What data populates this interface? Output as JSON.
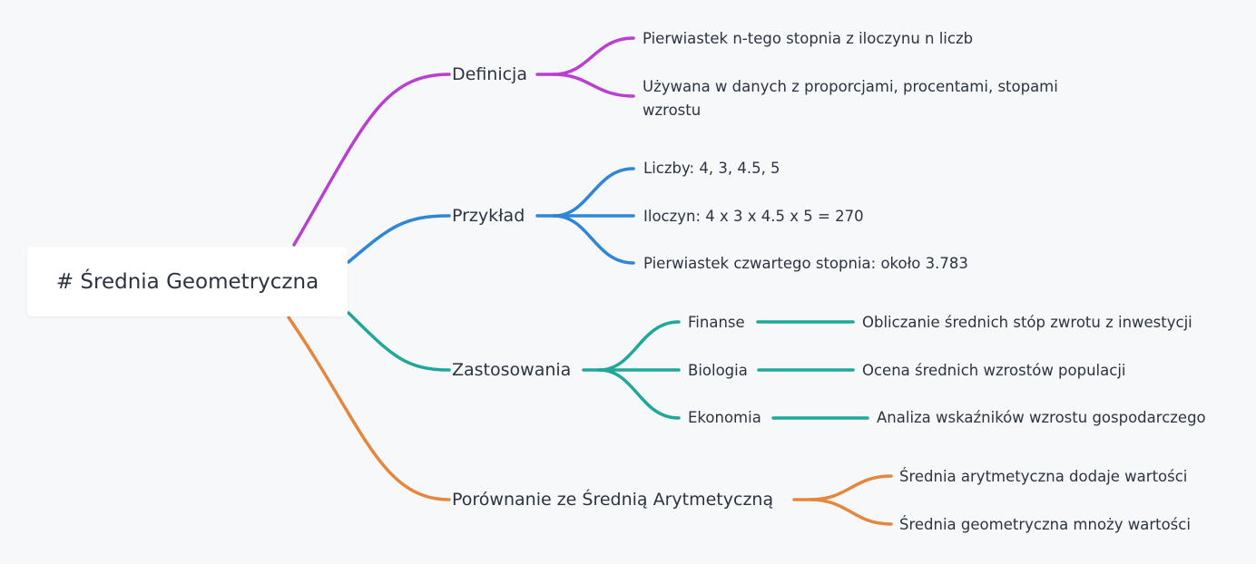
{
  "root": {
    "label": "# Średnia Geometryczna"
  },
  "colors": {
    "definicja": "#b93fd0",
    "przyklad": "#2f86d6",
    "zastosowania": "#1ea79a",
    "porownanie": "#e6863c"
  },
  "branches": {
    "definicja": {
      "label": "Definicja",
      "children": [
        "Pierwiastek n-tego stopnia z iloczynu n liczb",
        "Używana w danych z proporcjami, procentami, stopami wzrostu"
      ]
    },
    "przyklad": {
      "label": "Przykład",
      "children": [
        "Liczby: 4, 3, 4.5, 5",
        "Iloczyn: 4 x 3 x 4.5 x 5 = 270",
        "Pierwiastek czwartego stopnia: około 3.783"
      ]
    },
    "zastosowania": {
      "label": "Zastosowania",
      "children": [
        {
          "label": "Finanse",
          "detail": "Obliczanie średnich stóp zwrotu z inwestycji"
        },
        {
          "label": "Biologia",
          "detail": "Ocena średnich wzrostów populacji"
        },
        {
          "label": "Ekonomia",
          "detail": "Analiza wskaźników wzrostu gospodarczego"
        }
      ]
    },
    "porownanie": {
      "label": "Porównanie ze Średnią Arytmetyczną",
      "children": [
        "Średnia arytmetyczna dodaje wartości",
        "Średnia geometryczna mnoży wartości"
      ]
    }
  }
}
